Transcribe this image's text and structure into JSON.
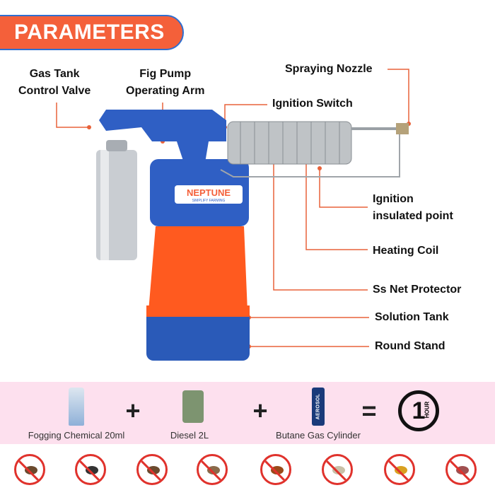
{
  "banner": {
    "title": "PARAMETERS"
  },
  "brand": {
    "logo_text": "NEPTUNE",
    "logo_sub": "SIMPLIFY FARMING"
  },
  "labels": {
    "gas_tank_valve": [
      "Gas Tank",
      "Control Valve"
    ],
    "pump_arm": [
      "Fig Pump",
      "Operating Arm"
    ],
    "ignition_switch": "Ignition Switch",
    "spraying_nozzle": "Spraying Nozzle",
    "ignition_point": [
      "Ignition",
      "insulated point"
    ],
    "heating_coil": "Heating Coil",
    "net_protector": "Ss Net Protector",
    "solution_tank": "Solution Tank",
    "round_stand": "Round Stand"
  },
  "recipe": {
    "items": [
      {
        "label": "Fogging Chemical 20ml",
        "icon": "chemical-bottle-icon"
      },
      {
        "label": "Diesel 2L",
        "icon": "jerrycan-icon"
      },
      {
        "label": "Butane Gas Cylinder",
        "icon": "gas-can-icon",
        "can_text": "AEROSOL"
      }
    ],
    "plus": "+",
    "equals": "=",
    "result": {
      "number": "1",
      "unit": "HOUR",
      "icon": "clock-hour-icon"
    }
  },
  "pests": [
    "mosquito",
    "housefly",
    "moth",
    "fly",
    "cockroach",
    "moth-wing",
    "bee",
    "bedbug"
  ],
  "colors": {
    "accent": "#f4603a",
    "line": "#e8623a",
    "blue": "#2f5fc4",
    "band": "#fde0ee",
    "prohibit": "#e0322c"
  }
}
